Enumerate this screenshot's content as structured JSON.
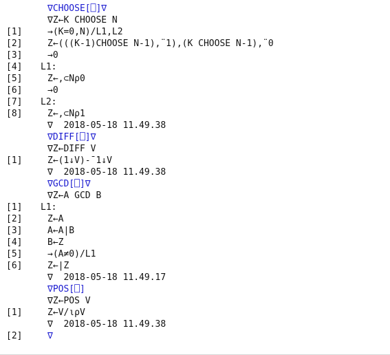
{
  "lines": [
    {
      "num": "",
      "text": "∇CHOOSE[⎕]∇",
      "kind": "header",
      "indent": 1
    },
    {
      "num": "",
      "text": "∇Z←K CHOOSE N",
      "kind": "code",
      "indent": 1
    },
    {
      "num": "[1]",
      "text": "→(K=0,N)/L1,L2",
      "kind": "code",
      "indent": 1
    },
    {
      "num": "[2]",
      "text": "Z←(((K-1)CHOOSE N-1),¨1),(K CHOOSE N-1),¨0",
      "kind": "code",
      "indent": 1
    },
    {
      "num": "[3]",
      "text": "→0",
      "kind": "code",
      "indent": 1
    },
    {
      "num": "[4]",
      "text": "L1:",
      "kind": "code",
      "indent": 0
    },
    {
      "num": "[5]",
      "text": "Z←,⊂Nρ0",
      "kind": "code",
      "indent": 1
    },
    {
      "num": "[6]",
      "text": "→0",
      "kind": "code",
      "indent": 1
    },
    {
      "num": "[7]",
      "text": "L2:",
      "kind": "code",
      "indent": 0
    },
    {
      "num": "[8]",
      "text": "Z←,⊂Nρ1",
      "kind": "code",
      "indent": 1
    },
    {
      "num": "",
      "text": "∇  2018-05-18 11.49.38",
      "kind": "code",
      "indent": 1
    },
    {
      "num": "",
      "text": "∇DIFF[⎕]∇",
      "kind": "header",
      "indent": 1
    },
    {
      "num": "",
      "text": "∇Z←DIFF V",
      "kind": "code",
      "indent": 1
    },
    {
      "num": "[1]",
      "text": "Z←(1↓V)-¯1↓V",
      "kind": "code",
      "indent": 1
    },
    {
      "num": "",
      "text": "∇  2018-05-18 11.49.38",
      "kind": "code",
      "indent": 1
    },
    {
      "num": "",
      "text": "∇GCD[⎕]∇",
      "kind": "header",
      "indent": 1
    },
    {
      "num": "",
      "text": "∇Z←A GCD B",
      "kind": "code",
      "indent": 1
    },
    {
      "num": "[1]",
      "text": "L1:",
      "kind": "code",
      "indent": 0
    },
    {
      "num": "[2]",
      "text": "Z←A",
      "kind": "code",
      "indent": 1
    },
    {
      "num": "[3]",
      "text": "A←A|B",
      "kind": "code",
      "indent": 1
    },
    {
      "num": "[4]",
      "text": "B←Z",
      "kind": "code",
      "indent": 1
    },
    {
      "num": "[5]",
      "text": "→(A≠0)/L1",
      "kind": "code",
      "indent": 1
    },
    {
      "num": "[6]",
      "text": "Z←|Z",
      "kind": "code",
      "indent": 1
    },
    {
      "num": "",
      "text": "∇  2018-05-18 11.49.17",
      "kind": "code",
      "indent": 1
    },
    {
      "num": "",
      "text": "∇POS[⎕]",
      "kind": "header",
      "indent": 1
    },
    {
      "num": "",
      "text": "∇Z←POS V",
      "kind": "code",
      "indent": 1
    },
    {
      "num": "[1]",
      "text": "Z←V/ιρV",
      "kind": "code",
      "indent": 1
    },
    {
      "num": "",
      "text": "∇  2018-05-18 11.49.38",
      "kind": "code",
      "indent": 1
    },
    {
      "num": "[2]",
      "text": "∇",
      "kind": "header",
      "indent": 1
    }
  ],
  "colors": {
    "text": "#111111",
    "header": "#1a1ad0",
    "background": "#ffffff"
  }
}
